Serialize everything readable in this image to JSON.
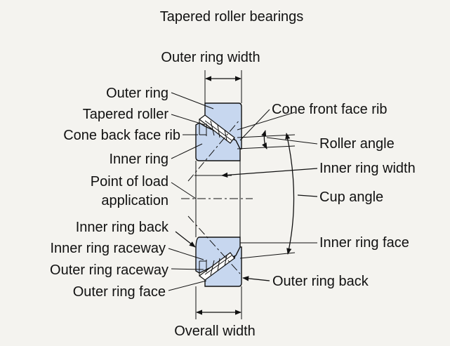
{
  "title": "Tapered roller bearings",
  "labels": {
    "outer_ring_width": "Outer ring width",
    "outer_ring": "Outer ring",
    "tapered_roller": "Tapered roller",
    "cone_back_face_rib": "Cone back face rib",
    "inner_ring": "Inner ring",
    "point_of_load_line1": "Point of load",
    "point_of_load_line2": "application",
    "inner_ring_back": "Inner ring back",
    "inner_ring_raceway": "Inner ring raceway",
    "outer_ring_raceway": "Outer ring raceway",
    "outer_ring_face": "Outer ring face",
    "overall_width": "Overall width",
    "cone_front_face_rib": "Cone front face rib",
    "roller_angle": "Roller angle",
    "inner_ring_width": "Inner ring width",
    "cup_angle": "Cup angle",
    "inner_ring_face": "Inner ring face",
    "outer_ring_back": "Outer ring back"
  },
  "colors": {
    "background": "#f4f3ef",
    "bearing_fill": "#c7d7ef",
    "roller_fill": "#ffffff",
    "ink": "#111111"
  }
}
